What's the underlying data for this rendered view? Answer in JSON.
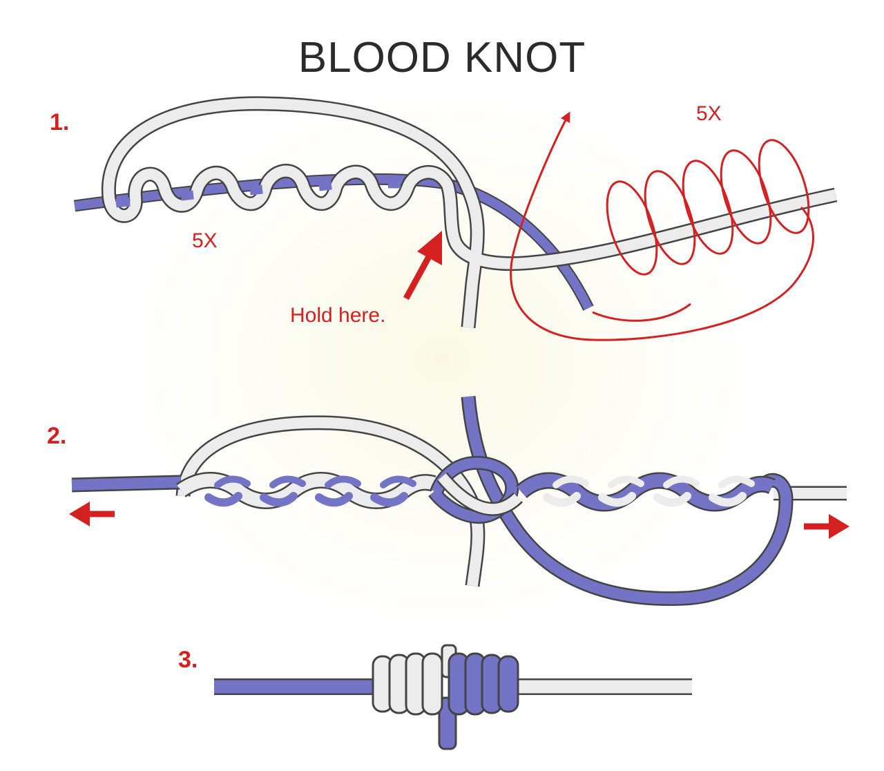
{
  "title": "BLOOD KNOT",
  "steps": [
    {
      "number": "1.",
      "count_gray": "5X",
      "count_red": "5X",
      "instruction": "Hold here."
    },
    {
      "number": "2."
    },
    {
      "number": "3."
    }
  ],
  "colors": {
    "blue_line": "#7474c6",
    "gray_line": "#ececec",
    "outline": "#444444",
    "red": "#d42020",
    "title": "#2b2b2b"
  },
  "icons": [
    "arrow-left-icon",
    "arrow-right-icon",
    "curved-arrow-icon",
    "hold-arrow-icon"
  ]
}
